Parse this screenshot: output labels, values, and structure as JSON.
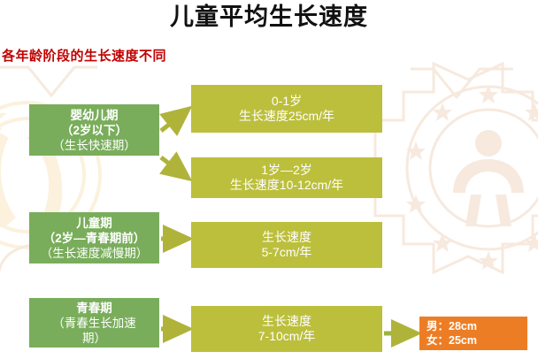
{
  "slide": {
    "title": "儿童平均生长速度",
    "subtitle": "各年龄阶段的生长速度不同",
    "colors": {
      "title_text": "#111111",
      "subtitle_text": "#c00000",
      "stage_box": "#79ad5b",
      "rate_box": "#bcbf3c",
      "note_box": "#ed7d24",
      "arrow": "#b0b33a",
      "background": "#ffffff"
    }
  },
  "stages": [
    {
      "name": "infancy",
      "line1": "婴幼儿期",
      "line2": "（2岁以下）",
      "line3": "（生长快速期）"
    },
    {
      "name": "childhood",
      "line1": "儿童期",
      "line2": "（2岁—青春期前）",
      "line3": "（生长速度减慢期）"
    },
    {
      "name": "puberty",
      "line1": "青春期",
      "line2": "（青春生长加速",
      "line3": "期）"
    }
  ],
  "rates": [
    {
      "name": "age-0-1",
      "line1": "0-1岁",
      "line2": "生长速度25cm/年"
    },
    {
      "name": "age-1-2",
      "line1": "1岁—2岁",
      "line2": "生长速度10-12cm/年"
    },
    {
      "name": "childhood-rate",
      "line1": "生长速度",
      "line2": "5-7cm/年"
    },
    {
      "name": "puberty-rate",
      "line1": "生长速度",
      "line2": "7-10cm/年"
    }
  ],
  "total_gain": {
    "male": "男：28cm",
    "female": "女：25cm"
  }
}
